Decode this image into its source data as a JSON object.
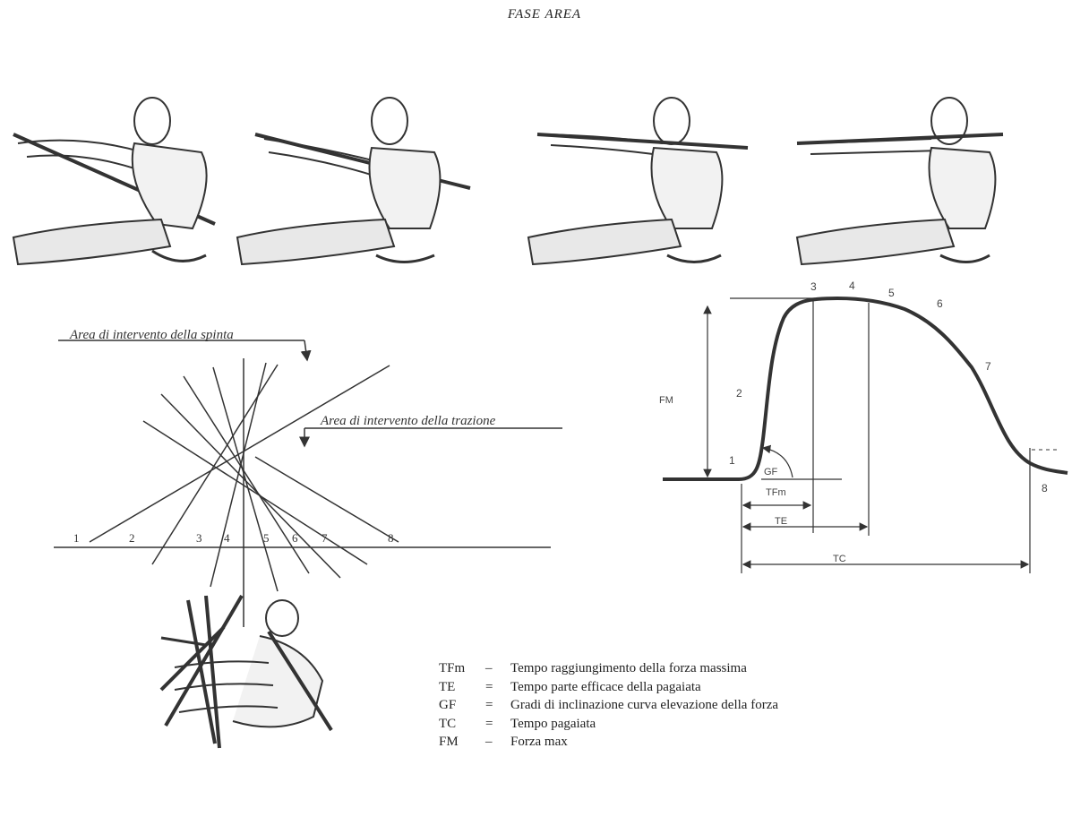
{
  "page": {
    "title": "FASE AREA"
  },
  "lines_diagram": {
    "label_push": "Area di intervento della spinta",
    "label_pull": "Area di intervento della trazione",
    "points": [
      "1",
      "2",
      "3",
      "4",
      "5",
      "6",
      "7",
      "8"
    ]
  },
  "force_curve": {
    "fm_label": "FM",
    "gf_label": "GF",
    "tfm_label": "TFm",
    "te_label": "TE",
    "tc_label": "TC",
    "phases": [
      "1",
      "2",
      "3",
      "4",
      "5",
      "6",
      "7",
      "8"
    ]
  },
  "legend": [
    {
      "abbr": "TFm",
      "sep": "–",
      "text": "Tempo raggiungimento della forza massima"
    },
    {
      "abbr": "TE",
      "sep": "=",
      "text": "Tempo parte efficace della pagaiata"
    },
    {
      "abbr": "GF",
      "sep": "=",
      "text": "Gradi di inclinazione curva elevazione della forza"
    },
    {
      "abbr": "TC",
      "sep": "=",
      "text": "Tempo pagaiata"
    },
    {
      "abbr": "FM",
      "sep": "–",
      "text": "Forza max"
    }
  ]
}
